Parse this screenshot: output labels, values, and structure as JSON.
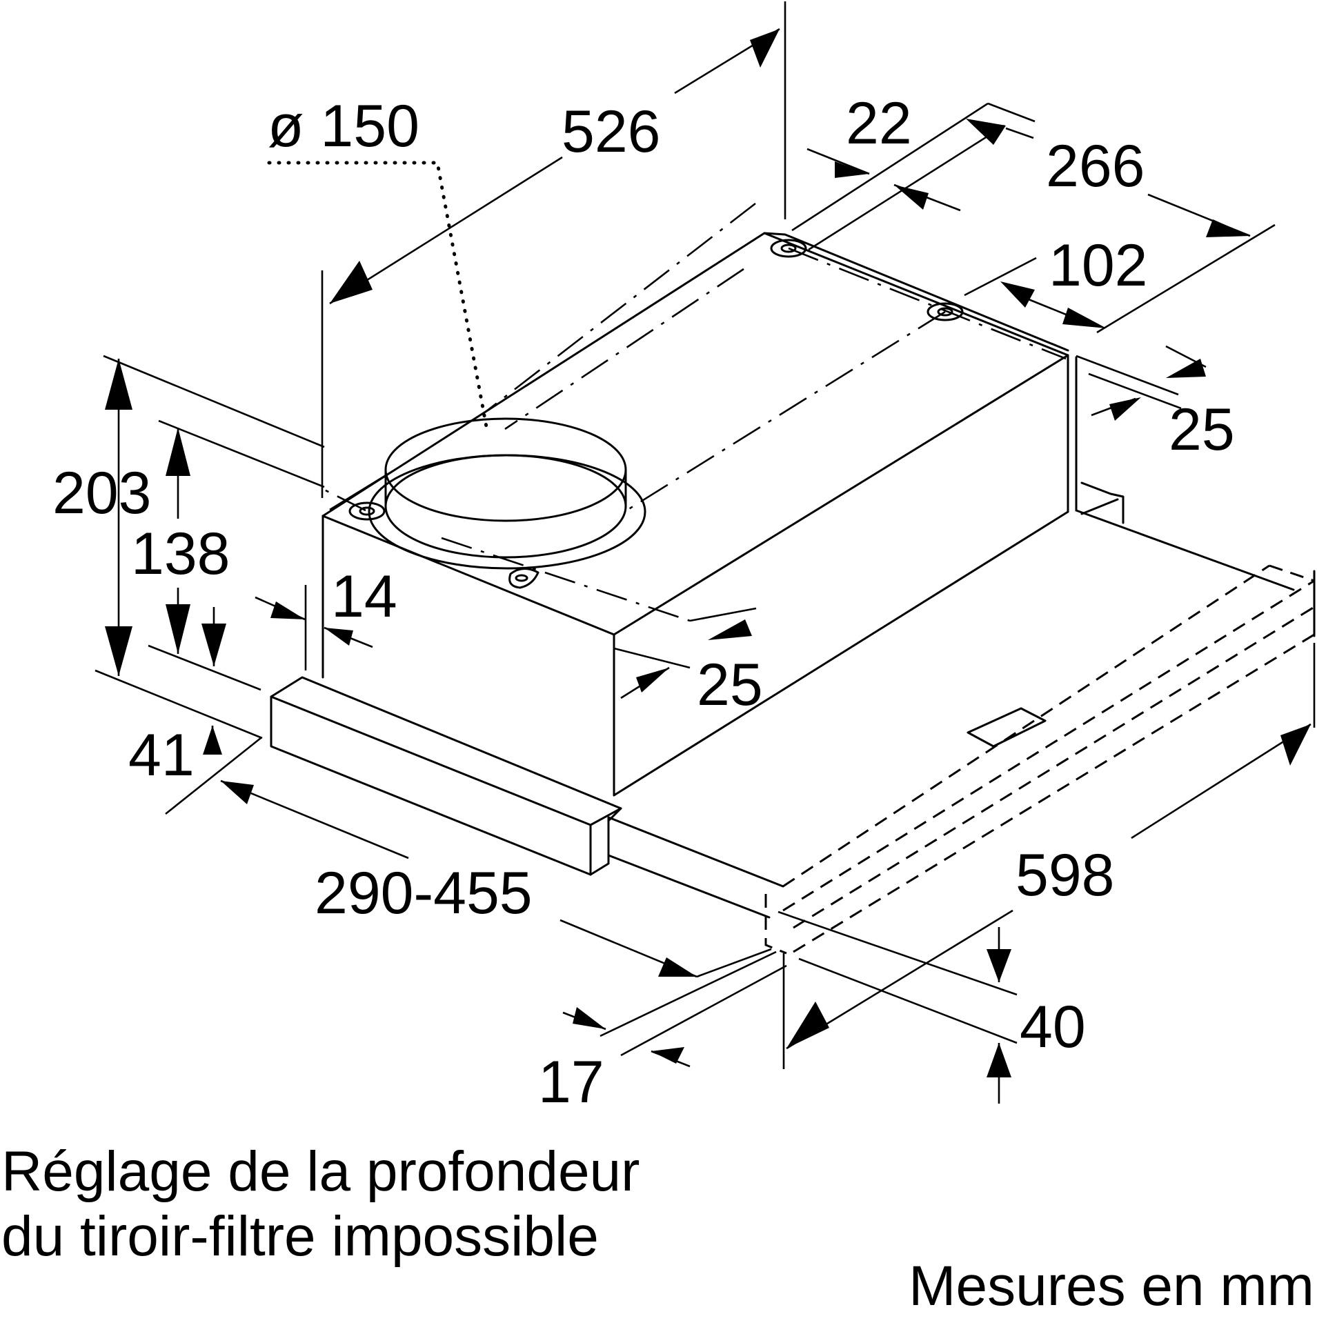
{
  "dimensions": {
    "d526": "526",
    "d150": "ø 150",
    "d22": "22",
    "d266": "266",
    "d102": "102",
    "d25_right": "25",
    "d203": "203",
    "d138": "138",
    "d14": "14",
    "d25_front": "25",
    "d41": "41",
    "d290_455": "290-455",
    "d598": "598",
    "d40": "40",
    "d17": "17"
  },
  "caption": {
    "line1": "Réglage de la profondeur",
    "line2": "du tiroir-filtre impossible",
    "units": "Mesures en mm"
  }
}
